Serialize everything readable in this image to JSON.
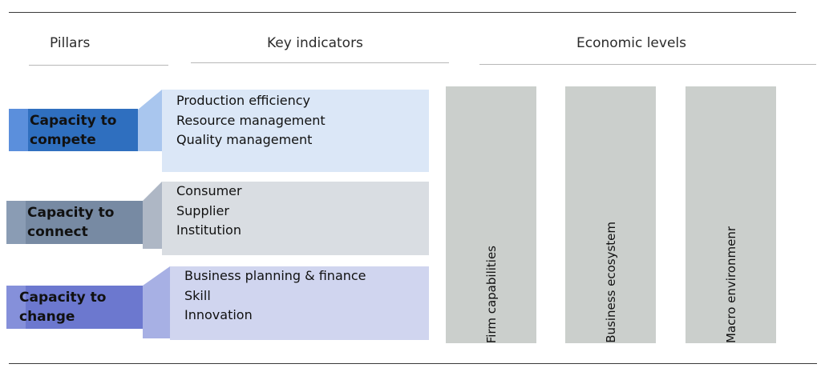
{
  "headers": {
    "pillars": "Pillars",
    "indicators": "Key indicators",
    "levels": "Economic levels"
  },
  "pillars": [
    {
      "label": "Capacity to\ncompete",
      "color": "#2f6fbf",
      "accent": "#5b8fdc",
      "connector": "#a9c6ee"
    },
    {
      "label": "Capacity to\nconnect",
      "color": "#778aa3",
      "accent": "#8a9cb4",
      "connector": "#aeb7c5"
    },
    {
      "label": "Capacity to\nchange",
      "color": "#6c78cf",
      "accent": "#8590da",
      "connector": "#a7b0e4"
    }
  ],
  "indicator_groups": [
    {
      "items": [
        "Production efficiency",
        "Resource management",
        "Quality management"
      ],
      "fill": "#dbe7f7"
    },
    {
      "items": [
        "Consumer",
        "Supplier",
        "Institution"
      ],
      "fill": "#d9dde2"
    },
    {
      "items": [
        "Business planning & finance",
        "Skill",
        "Innovation"
      ],
      "fill": "#d0d5ef"
    }
  ],
  "economic_levels": [
    "Firm capabilities",
    "Business ecosystem",
    "Macro environmenr"
  ]
}
